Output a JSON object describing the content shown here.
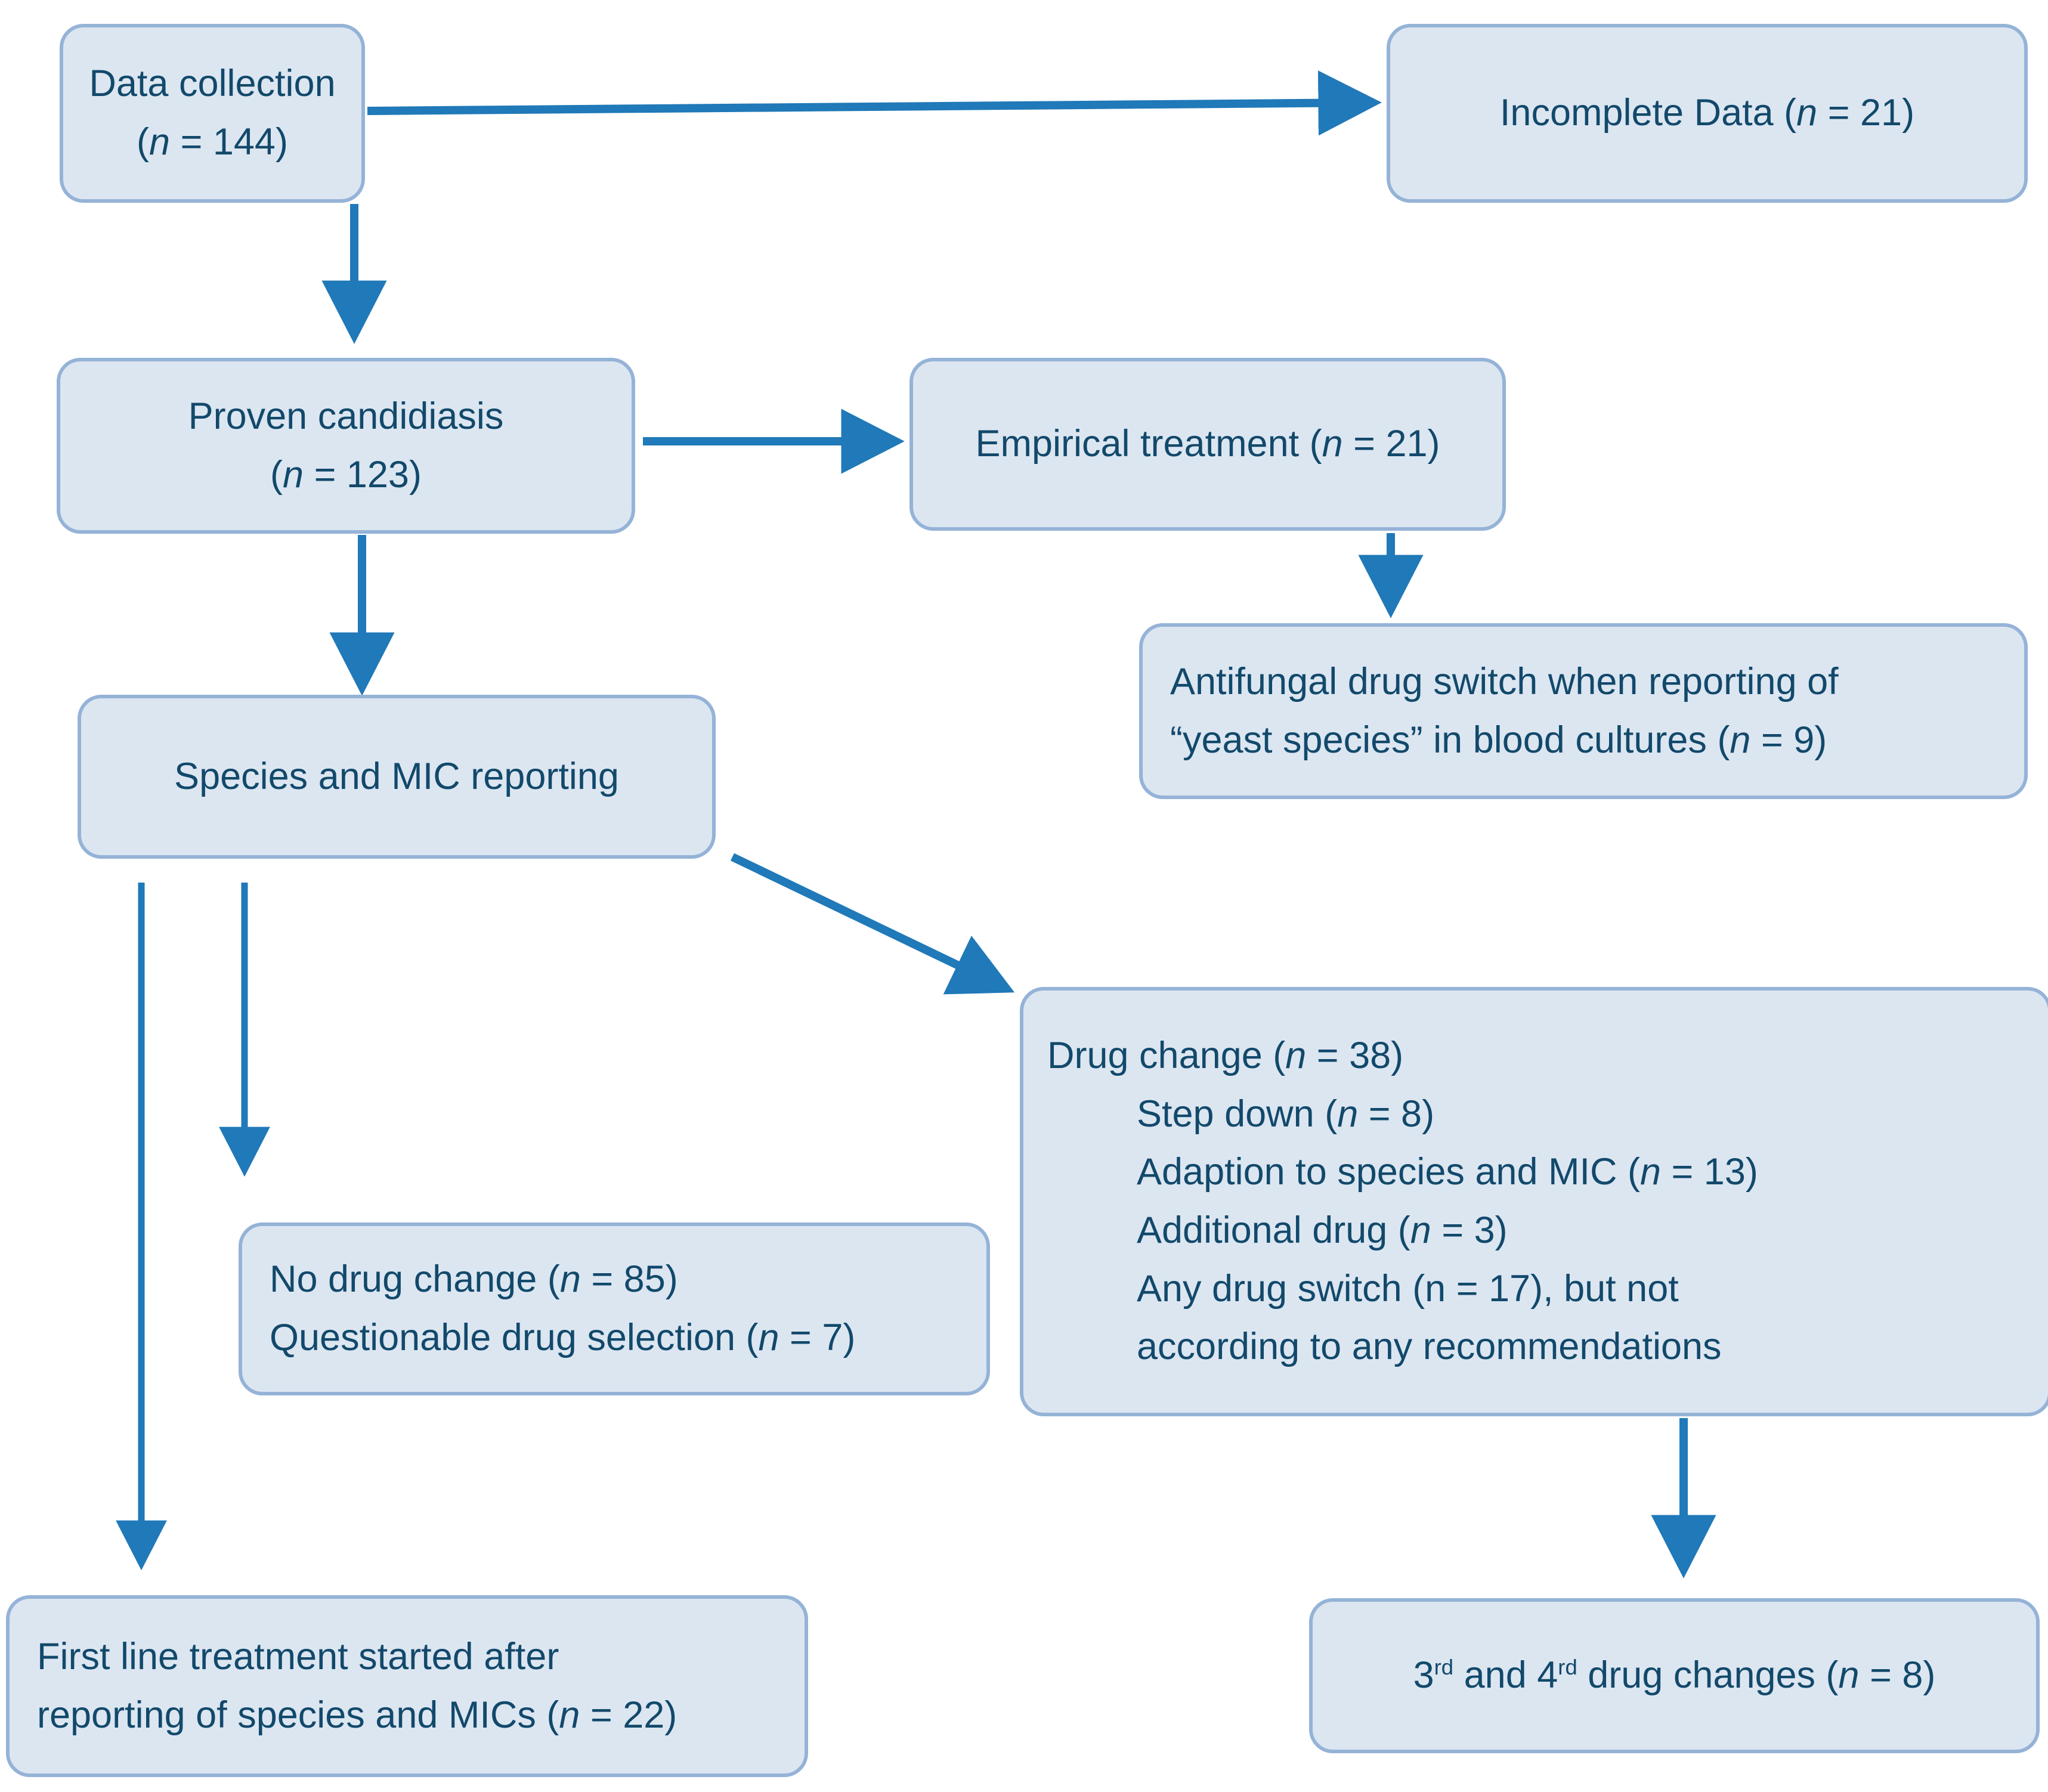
{
  "diagram": {
    "type": "flowchart",
    "title": "Candidiasis treatment patient flow",
    "colors": {
      "node_fill": "#dce6f1",
      "node_border": "#95b3d7",
      "text": "#12496b",
      "arrow": "#2079b8",
      "background": "#ffffff"
    },
    "nodes": [
      {
        "id": "data-collection",
        "name": "Data collection",
        "lines": [
          "Data collection",
          "(n = 144)"
        ],
        "count": 144
      },
      {
        "id": "incomplete-data",
        "name": "Incomplete Data",
        "lines": [
          "Incomplete Data (n = 21)"
        ],
        "count": 21
      },
      {
        "id": "proven-candidiasis",
        "name": "Proven candidiasis",
        "lines": [
          "Proven candidiasis",
          "(n = 123)"
        ],
        "count": 123
      },
      {
        "id": "empirical-treatment",
        "name": "Empirical treatment",
        "lines": [
          "Empirical treatment (n = 21)"
        ],
        "count": 21
      },
      {
        "id": "antifungal-drug-switch",
        "name": "Antifungal drug switch when reporting of yeast species in blood cultures",
        "lines": [
          "Antifungal drug switch when reporting of",
          "“yeast species” in blood cultures (n = 9)"
        ],
        "count": 9
      },
      {
        "id": "species-mic-reporting",
        "name": "Species and MIC reporting",
        "lines": [
          "Species and MIC reporting"
        ]
      },
      {
        "id": "no-drug-change",
        "name": "No drug change / Questionable drug selection",
        "lines": [
          "No drug change (n = 85)",
          "Questionable drug selection (n = 7)"
        ],
        "counts": [
          85,
          7
        ]
      },
      {
        "id": "drug-change",
        "name": "Drug change",
        "lines": [
          "Drug change (n = 38)",
          "Step down (n = 8)",
          "Adaption to species and MIC (n = 13)",
          "Additional drug (n = 3)",
          "Any drug switch (n = 17), but not",
          "according to any recommendations"
        ],
        "counts": [
          38,
          8,
          13,
          3,
          17
        ]
      },
      {
        "id": "first-line-treatment",
        "name": "First line treatment started after reporting of species and MICs",
        "lines": [
          "First line treatment started after",
          "reporting of species and MICs (n = 22)"
        ],
        "count": 22
      },
      {
        "id": "third-fourth-drug-changes",
        "name": "3rd and 4rd drug changes",
        "lines": [
          "3rd and 4rd drug changes (n = 8)"
        ],
        "count": 8
      }
    ],
    "edges": [
      {
        "from": "data-collection",
        "to": "incomplete-data",
        "style": "horizontal-arrow"
      },
      {
        "from": "data-collection",
        "to": "proven-candidiasis",
        "style": "vertical-arrow"
      },
      {
        "from": "proven-candidiasis",
        "to": "empirical-treatment",
        "style": "horizontal-arrow"
      },
      {
        "from": "proven-candidiasis",
        "to": "species-mic-reporting",
        "style": "vertical-arrow"
      },
      {
        "from": "empirical-treatment",
        "to": "antifungal-drug-switch",
        "style": "vertical-arrow"
      },
      {
        "from": "species-mic-reporting",
        "to": "drug-change",
        "style": "diagonal-arrow"
      },
      {
        "from": "species-mic-reporting",
        "to": "no-drug-change",
        "style": "vertical-arrow"
      },
      {
        "from": "species-mic-reporting",
        "to": "first-line-treatment",
        "style": "vertical-arrow"
      },
      {
        "from": "drug-change",
        "to": "third-fourth-drug-changes",
        "style": "vertical-arrow"
      }
    ]
  },
  "text": {
    "data_collection_l1": "Data collection",
    "data_collection_l2_pre": "(",
    "data_collection_n": "n",
    "data_collection_l2_post": " = 144)",
    "incomplete_pre": "Incomplete Data (",
    "incomplete_n": "n",
    "incomplete_post": " = 21)",
    "proven_l1": "Proven candidiasis",
    "proven_l2_pre": "(",
    "proven_n": "n",
    "proven_l2_post": " = 123)",
    "empirical_pre": "Empirical treatment (",
    "empirical_n": "n",
    "empirical_post": " = 21)",
    "antifungal_l1": "Antifungal drug switch when reporting of",
    "antifungal_l2_pre": "“yeast species” in blood cultures (",
    "antifungal_n": "n",
    "antifungal_l2_post": " = 9)",
    "species_mic": "Species and MIC reporting",
    "nodrug_l1_pre": "No drug change (",
    "nodrug_l1_n": "n",
    "nodrug_l1_post": " = 85)",
    "nodrug_l2_pre": "Questionable drug selection (",
    "nodrug_l2_n": "n",
    "nodrug_l2_post": " = 7)",
    "drugchange_l1_pre": "Drug change (",
    "drugchange_l1_n": "n",
    "drugchange_l1_post": " = 38)",
    "drugchange_l2_pre": "Step down (",
    "drugchange_l2_n": "n",
    "drugchange_l2_post": " = 8)",
    "drugchange_l3_pre": "Adaption to species and MIC (",
    "drugchange_l3_n": "n",
    "drugchange_l3_post": " = 13)",
    "drugchange_l4_pre": "Additional drug (",
    "drugchange_l4_n": "n",
    "drugchange_l4_post": " = 3)",
    "drugchange_l5": "Any drug switch (n = 17), but not",
    "drugchange_l6": "according to any recommendations",
    "firstline_l1": "First line treatment started after",
    "firstline_l2_pre": "reporting of species and MICs (",
    "firstline_l2_n": "n",
    "firstline_l2_post": " = 22)",
    "thirdfourth_a": "3",
    "thirdfourth_a_sup": "rd",
    "thirdfourth_mid": " and 4",
    "thirdfourth_b_sup": "rd",
    "thirdfourth_tail_pre": " drug changes (",
    "thirdfourth_n": "n",
    "thirdfourth_tail_post": " = 8)"
  }
}
